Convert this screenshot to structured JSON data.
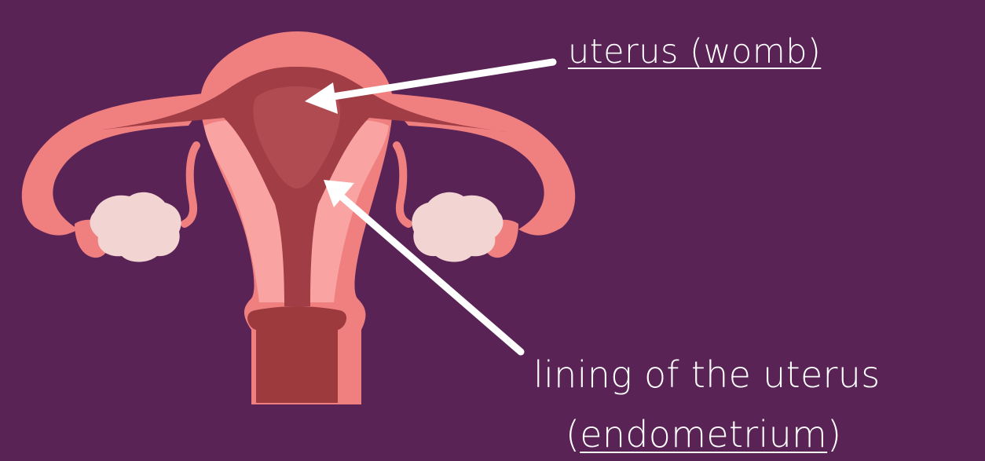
{
  "colors": {
    "background": "#5a2356",
    "uterus_outer": "#f08080",
    "uterus_light": "#f9a3a3",
    "uterus_inner": "#a13d45",
    "cervix": "#9c3a3e",
    "ovary": "#f2d4d2",
    "arrow": "#ffffff",
    "label_text": "#ffffff"
  },
  "labels": {
    "uterus": "uterus (womb)",
    "lining_line1": "lining of the uterus",
    "lining_line2_open": "(",
    "lining_line2_term": "endometrium",
    "lining_line2_close": ")"
  }
}
